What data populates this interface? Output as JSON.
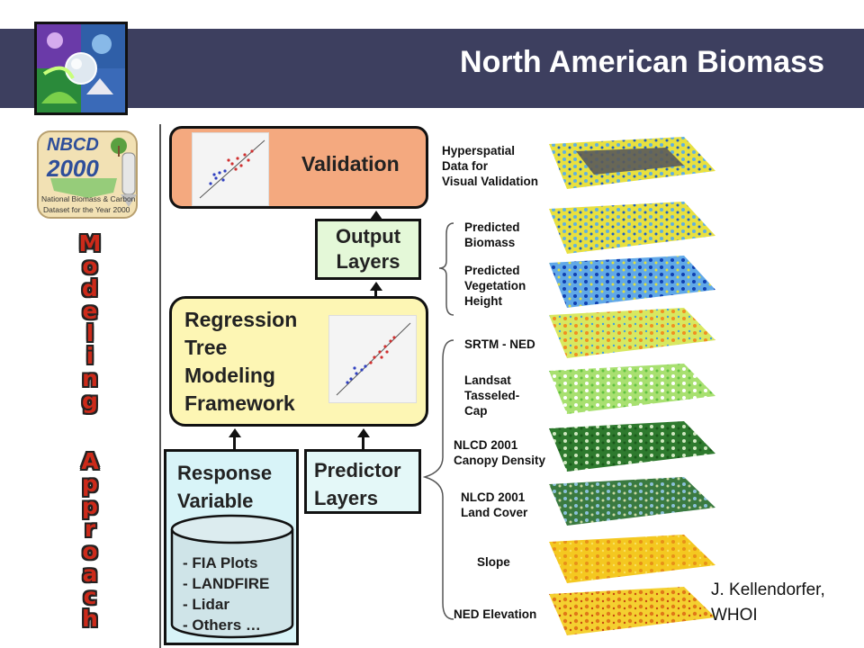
{
  "header": {
    "title": "North American Biomass"
  },
  "logo": {
    "nbcd_title": "NBCD",
    "nbcd_year": "2000",
    "nbcd_caption_1": "National Biomass & Carbon",
    "nbcd_caption_2": "Dataset for the Year 2000"
  },
  "sidebar": {
    "word1": [
      "M",
      "o",
      "d",
      "e",
      "l",
      "i",
      "n",
      "g"
    ],
    "word2": [
      "A",
      "p",
      "p",
      "r",
      "o",
      "a",
      "c",
      "h"
    ]
  },
  "diagram": {
    "validation": "Validation",
    "output_1": "Output",
    "output_2": "Layers",
    "regression_1": "Regression",
    "regression_2": "Tree",
    "regression_3": "Modeling",
    "regression_4": "Framework",
    "response_1": "Response",
    "response_2": "Variable",
    "predictor_1": "Predictor",
    "predictor_2": "Layers",
    "sources": [
      "- FIA Plots",
      "- LANDFIRE",
      "- Lidar",
      "- Others …"
    ]
  },
  "layers": [
    {
      "label": "Hyperspatial\nData for\nVisual Validation"
    },
    {
      "label": "Predicted\nBiomass"
    },
    {
      "label": "Predicted\nVegetation\nHeight"
    },
    {
      "label": "SRTM - NED"
    },
    {
      "label": "Landsat\nTasseled-\nCap"
    },
    {
      "label": "NLCD 2001\nCanopy Density"
    },
    {
      "label": "NLCD 2001\nLand Cover"
    },
    {
      "label": "Slope"
    },
    {
      "label": "NED Elevation"
    }
  ],
  "credit": {
    "line1": "J. Kellendorfer,",
    "line2": "WHOI"
  },
  "colors": {
    "header_bg": "#3d3f5f",
    "validation_fill": "#f4a97f",
    "output_fill": "#e4f8d8",
    "regression_fill": "#fdf6b4",
    "response_fill": "#d8f4f8",
    "predictor_fill": "#e4f8f8",
    "sidebar_text": "#cc2a1a"
  }
}
